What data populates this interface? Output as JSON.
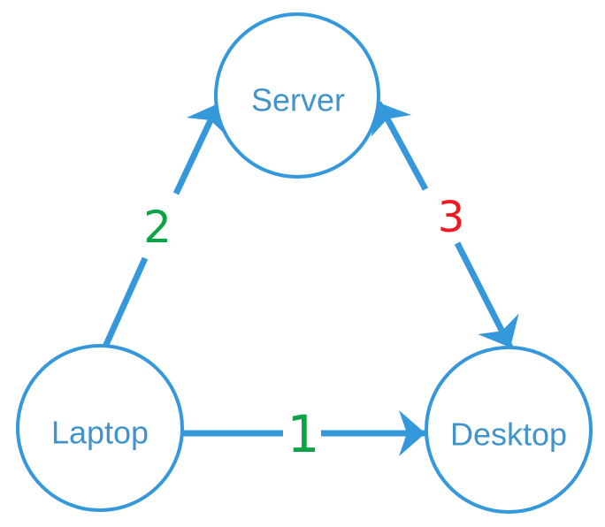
{
  "diagram": {
    "type": "network-diagram",
    "background": "#ffffff",
    "nodes": [
      {
        "id": "server",
        "label": "Server",
        "shape": "circle"
      },
      {
        "id": "laptop",
        "label": "Laptop",
        "shape": "circle"
      },
      {
        "id": "desktop",
        "label": "Desktop",
        "shape": "circle"
      }
    ],
    "edges": [
      {
        "label": "1",
        "from": "laptop",
        "to": "desktop",
        "direction": "single",
        "label_color": "#0da246"
      },
      {
        "label": "2",
        "from": "laptop",
        "to": "server",
        "direction": "single",
        "label_color": "#0da246"
      },
      {
        "label": "3",
        "from": "server",
        "to": "desktop",
        "direction": "double",
        "label_color": "#ed1c24"
      }
    ]
  },
  "colors": {
    "edge_blue": "#3498db",
    "node_stroke_blue": "#3498db",
    "node_fill": "#ffffff",
    "node_text_blue": "#4193c9",
    "green": "#0da246",
    "red": "#ed1c24"
  }
}
